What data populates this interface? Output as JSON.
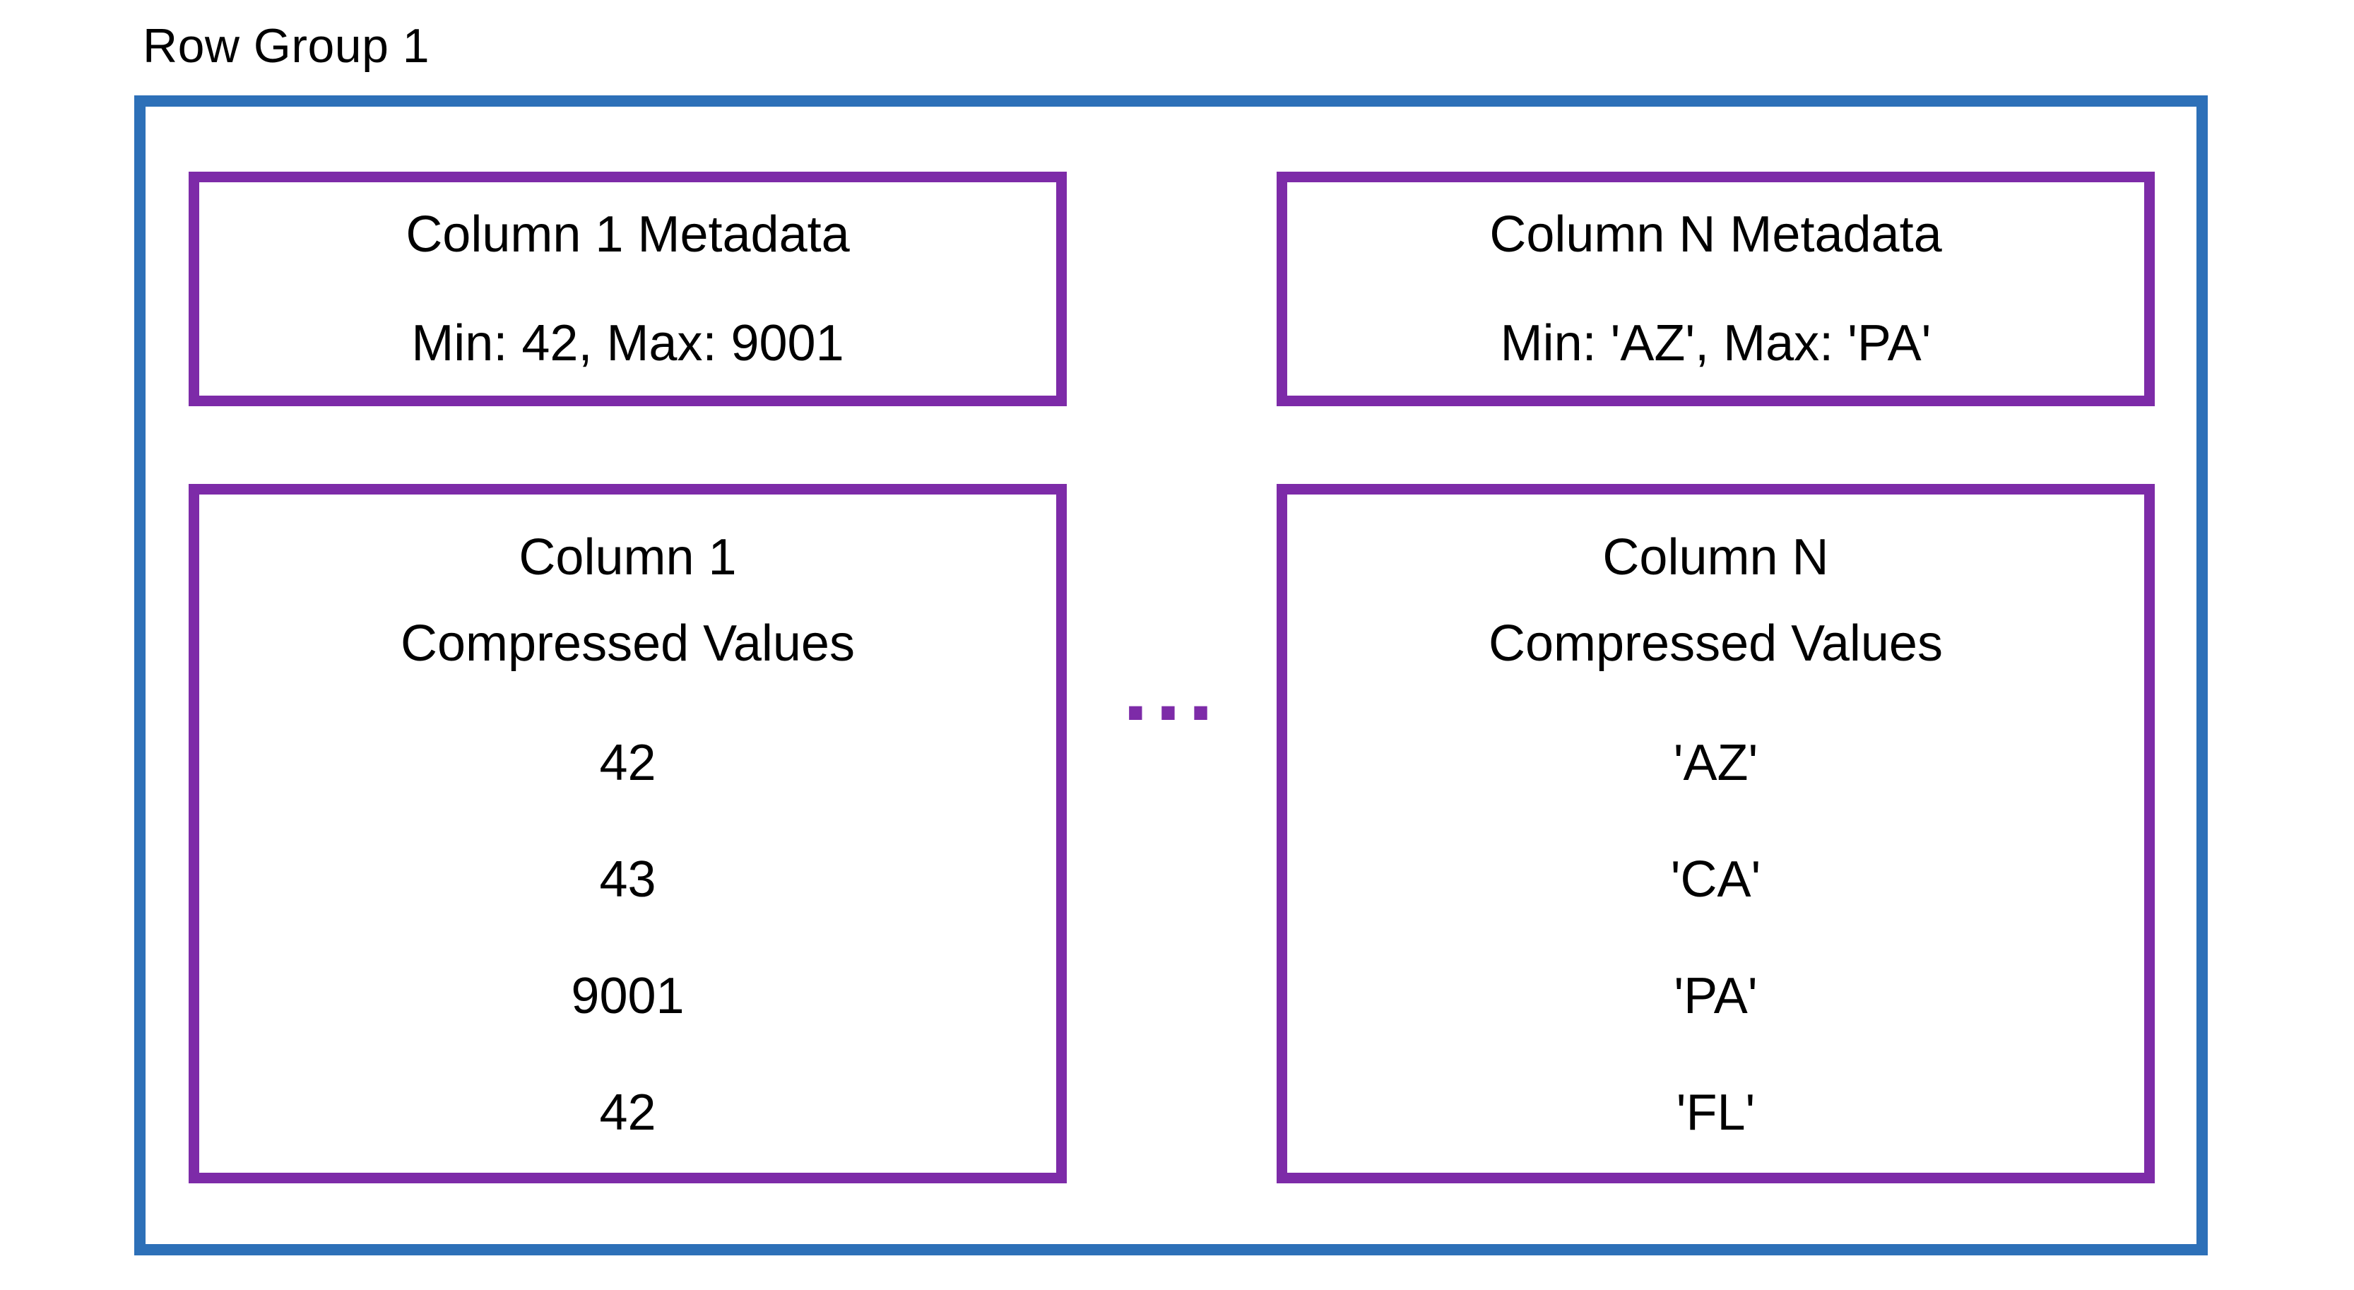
{
  "diagram": {
    "row_group_label": "Row Group 1",
    "ellipsis": "...",
    "colors": {
      "row_group_border": "#2D70B8",
      "column_border": "#7D2BA8",
      "ellipsis_color": "#7D2BA8",
      "text": "#000000",
      "background": "#FFFFFF"
    },
    "columns": [
      {
        "metadata_title": "Column 1 Metadata",
        "metadata_stats": "Min: 42, Max: 9001",
        "values_title_line1": "Column 1",
        "values_title_line2": "Compressed Values",
        "values": [
          "42",
          "43",
          "9001",
          "42"
        ]
      },
      {
        "metadata_title": "Column N Metadata",
        "metadata_stats": "Min: 'AZ', Max: 'PA'",
        "values_title_line1": "Column N",
        "values_title_line2": "Compressed Values",
        "values": [
          "'AZ'",
          "'CA'",
          "'PA'",
          "'FL'"
        ]
      }
    ]
  }
}
